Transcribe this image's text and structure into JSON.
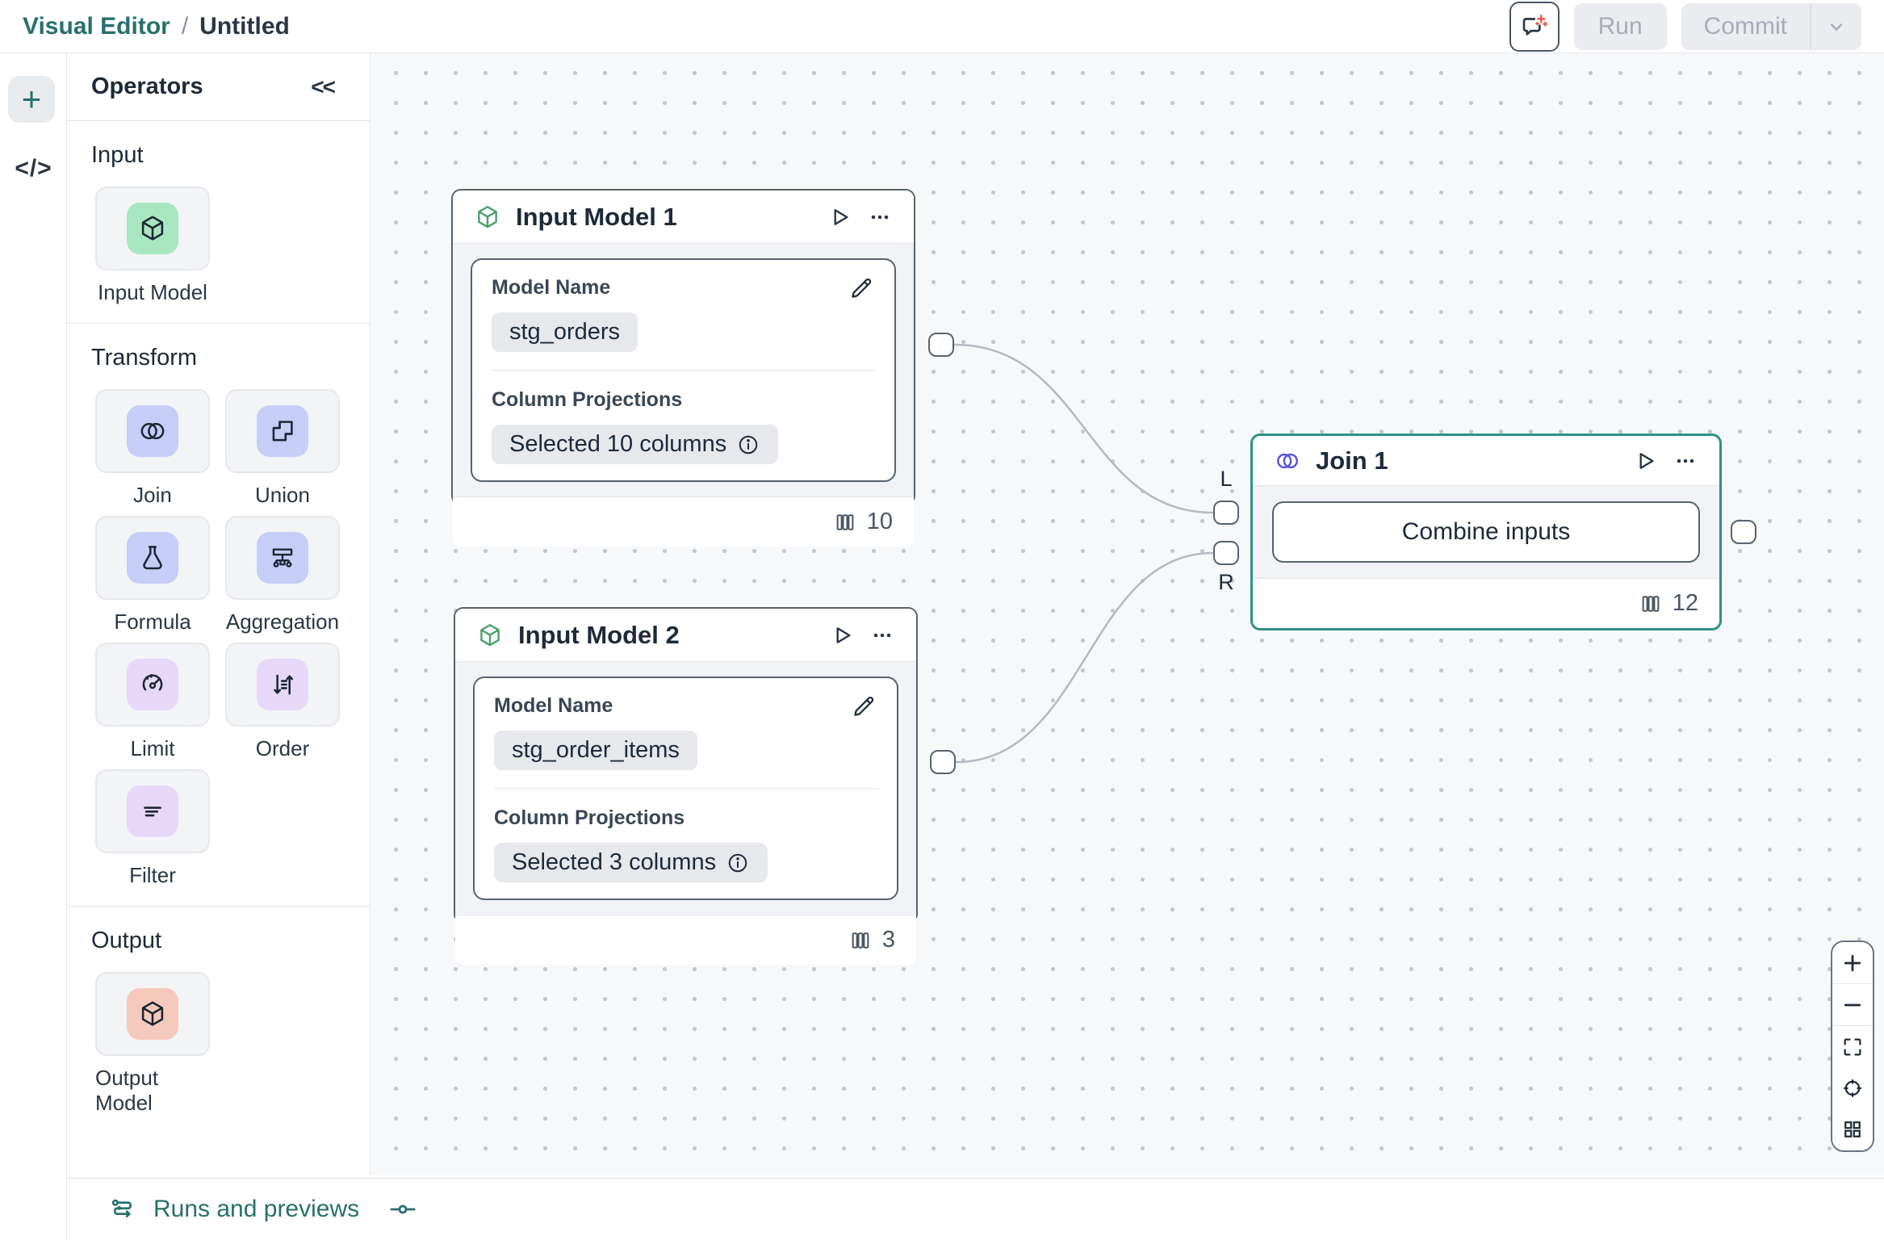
{
  "header": {
    "breadcrumb": {
      "app": "Visual Editor",
      "separator": "/",
      "title": "Untitled"
    },
    "run_label": "Run",
    "commit_label": "Commit"
  },
  "rail": {
    "add_glyph": "+",
    "code_glyph": "</>"
  },
  "operators": {
    "title": "Operators",
    "collapse_glyph": "<<",
    "sections": [
      {
        "label": "Input",
        "tiles": [
          {
            "label": "Input Model"
          }
        ]
      },
      {
        "label": "Transform",
        "tiles": [
          {
            "label": "Join"
          },
          {
            "label": "Union"
          },
          {
            "label": "Formula"
          },
          {
            "label": "Aggregation"
          },
          {
            "label": "Limit"
          },
          {
            "label": "Order"
          },
          {
            "label": "Filter"
          }
        ]
      },
      {
        "label": "Output",
        "tiles": [
          {
            "label": "Output Model"
          }
        ]
      }
    ]
  },
  "canvas": {
    "nodes": {
      "input1": {
        "title": "Input Model 1",
        "model_name_label": "Model Name",
        "model_name": "stg_orders",
        "projections_label": "Column Projections",
        "projections": "Selected 10 columns",
        "columns": "10"
      },
      "input2": {
        "title": "Input Model 2",
        "model_name_label": "Model Name",
        "model_name": "stg_order_items",
        "projections_label": "Column Projections",
        "projections": "Selected 3 columns",
        "columns": "3"
      },
      "join1": {
        "title": "Join 1",
        "button_label": "Combine inputs",
        "columns": "12"
      }
    },
    "ports": {
      "left_label": "L",
      "right_label": "R"
    }
  },
  "footer": {
    "runs_label": "Runs and previews"
  },
  "colors": {
    "accent_teal": "#27706d",
    "selected_teal": "#2f9186",
    "node_border": "#57626f",
    "input_green": "#a8e6c1",
    "transform_periwinkle": "#c6cdf7",
    "transform_purple": "#e7d8f9",
    "output_salmon": "#f6c9bd",
    "join_indigo": "#5653dd",
    "sparkle_orange": "#e85f45"
  }
}
